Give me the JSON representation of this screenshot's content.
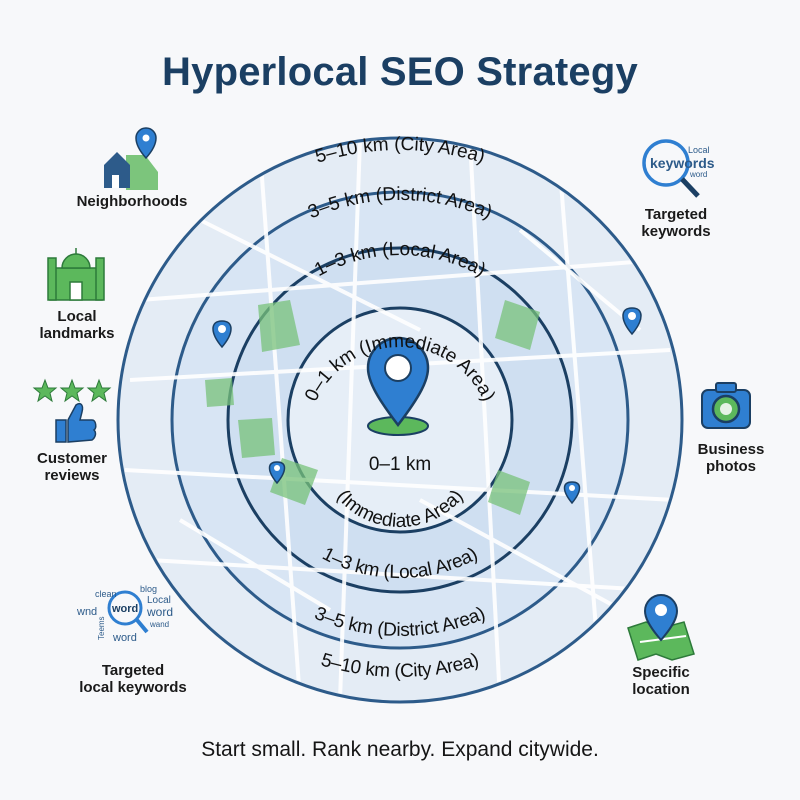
{
  "title": "Hyperlocal SEO Strategy",
  "tagline": "Start small. Rank nearby. Expand citywide.",
  "rings": {
    "city": "5–10 km (City Area)",
    "district": "3–5 km (District Area)",
    "local": "1–3 km (Local Area)",
    "immediate_top": "0–1 km (Immediate Area)",
    "immediate_bottom_1": "0–1 km",
    "immediate_bottom_2": "(Immediate Area)"
  },
  "side_items": {
    "neighborhoods": "Neighborhoods",
    "landmarks_1": "Local",
    "landmarks_2": "landmarks",
    "reviews_1": "Customer",
    "reviews_2": "reviews",
    "local_keywords_1": "Targeted",
    "local_keywords_2": "local keywords",
    "keywords_1": "Targeted",
    "keywords_2": "keywords",
    "photos_1": "Business",
    "photos_2": "photos",
    "location_1": "Specific",
    "location_2": "location"
  },
  "icon_text": {
    "kw_local": "Local",
    "kw_main": "keywords",
    "kw_word": "word",
    "cloud_clean": "clean",
    "cloud_blog": "blog",
    "cloud_local": "Local",
    "cloud_word1": "wnd",
    "cloud_word2": "word",
    "cloud_word3": "word",
    "cloud_word4": "word",
    "cloud_wand": "wand",
    "cloud_teems": "Teems"
  },
  "colors": {
    "navy": "#1b3f63",
    "ring_blue": "#2d5b8a",
    "accent_green": "#5cb85c",
    "pin_blue": "#2f7fd1",
    "map_light": "#dde8f5"
  }
}
